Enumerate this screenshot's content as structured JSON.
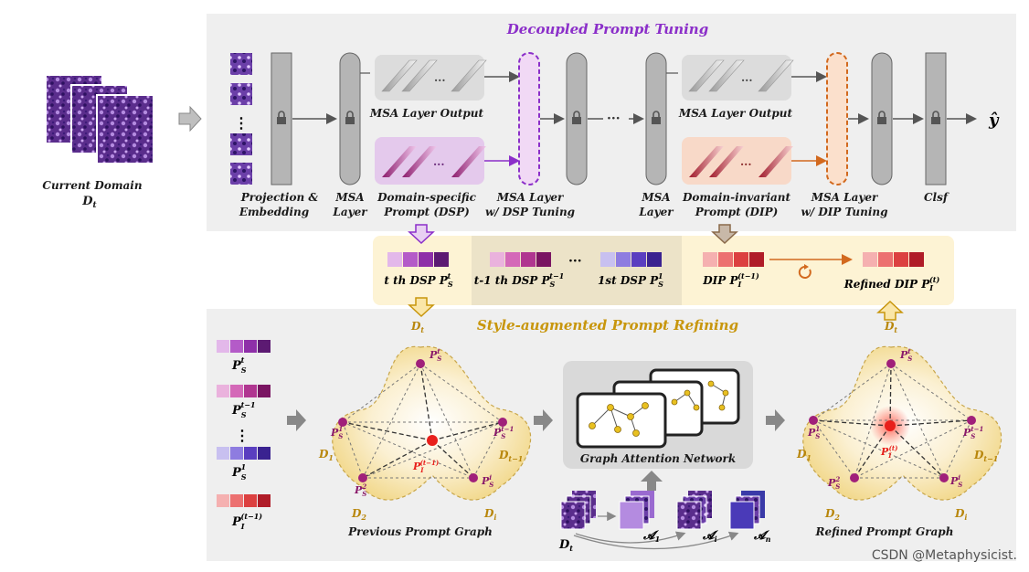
{
  "titles": {
    "decoupled": "Decoupled Prompt Tuning",
    "style": "Style-augmented Prompt Refining"
  },
  "input": {
    "label_line1": "Current Domain",
    "label_line2": "D",
    "label_sub": "t"
  },
  "top_labels": {
    "projection_l1": "Projection &",
    "projection_l2": "Embedding",
    "msa1_l1": "MSA",
    "msa1_l2": "Layer",
    "dsp_l1": "Domain-specific",
    "dsp_l2": "Prompt (DSP)",
    "msa_dsp_l1": "MSA Layer",
    "msa_dsp_l2": "w/ DSP Tuning",
    "msa2_l1": "MSA",
    "msa2_l2": "Layer",
    "dip_l1": "Domain-invariant",
    "dip_l2": "Prompt (DIP)",
    "msa_dip_l1": "MSA Layer",
    "msa_dip_l2": "w/ DIP Tuning",
    "clsf": "Clsf",
    "msa_out_1": "MSA Layer Output",
    "msa_out_2": "MSA Layer Output",
    "ellipsis": "···",
    "output": "ŷ"
  },
  "prompt_bank": {
    "t_dsp": "t th DSP P",
    "t_dsp_sub": "S",
    "t_dsp_sup": "t",
    "t1_dsp": "t-1 th DSP P",
    "t1_dsp_sub": "S",
    "t1_dsp_sup": "t−1",
    "first_dsp": "1st DSP P",
    "first_dsp_sub": "S",
    "first_dsp_sup": "1",
    "dip": "DIP P",
    "dip_sub": "I",
    "dip_sup": "(t−1)",
    "refined": "Refined DIP P",
    "refined_sub": "I",
    "refined_sup": "(t)",
    "ellipsis": "···"
  },
  "legend": {
    "p_t": "P",
    "p_t_sub": "S",
    "p_t_sup": "t",
    "p_t1": "P",
    "p_t1_sub": "S",
    "p_t1_sup": "t−1",
    "p_1": "P",
    "p_1_sub": "S",
    "p_1_sup": "1",
    "p_i": "P",
    "p_i_sub": "I",
    "p_i_sup": "(t−1)",
    "vdots": "⋮"
  },
  "graphs": {
    "previous": "Previous Prompt Graph",
    "refined": "Refined Prompt Graph",
    "gat": "Graph Attention Network",
    "d_t": "D",
    "d_t_sub": "t",
    "d_1": "D",
    "d_1_sub": "1",
    "d_2": "D",
    "d_2_sub": "2",
    "d_i": "D",
    "d_i_sub": "i",
    "d_tm1": "D",
    "d_tm1_sub": "t−1"
  },
  "augment": {
    "dt": "D",
    "dt_sub": "t",
    "a1": "𝓐",
    "a1_sub": "1",
    "ai": "𝓐",
    "ai_sub": "i",
    "an": "𝓐",
    "an_sub": "n"
  },
  "watermark": "CSDN @Metaphysicist.",
  "colors": {
    "dsp_purple": "#8b2fc9",
    "dip_orange": "#d2691e",
    "domain_gold": "#b8860b",
    "panel_gray": "#efefef",
    "band_yellow": "#fdf3d4"
  }
}
